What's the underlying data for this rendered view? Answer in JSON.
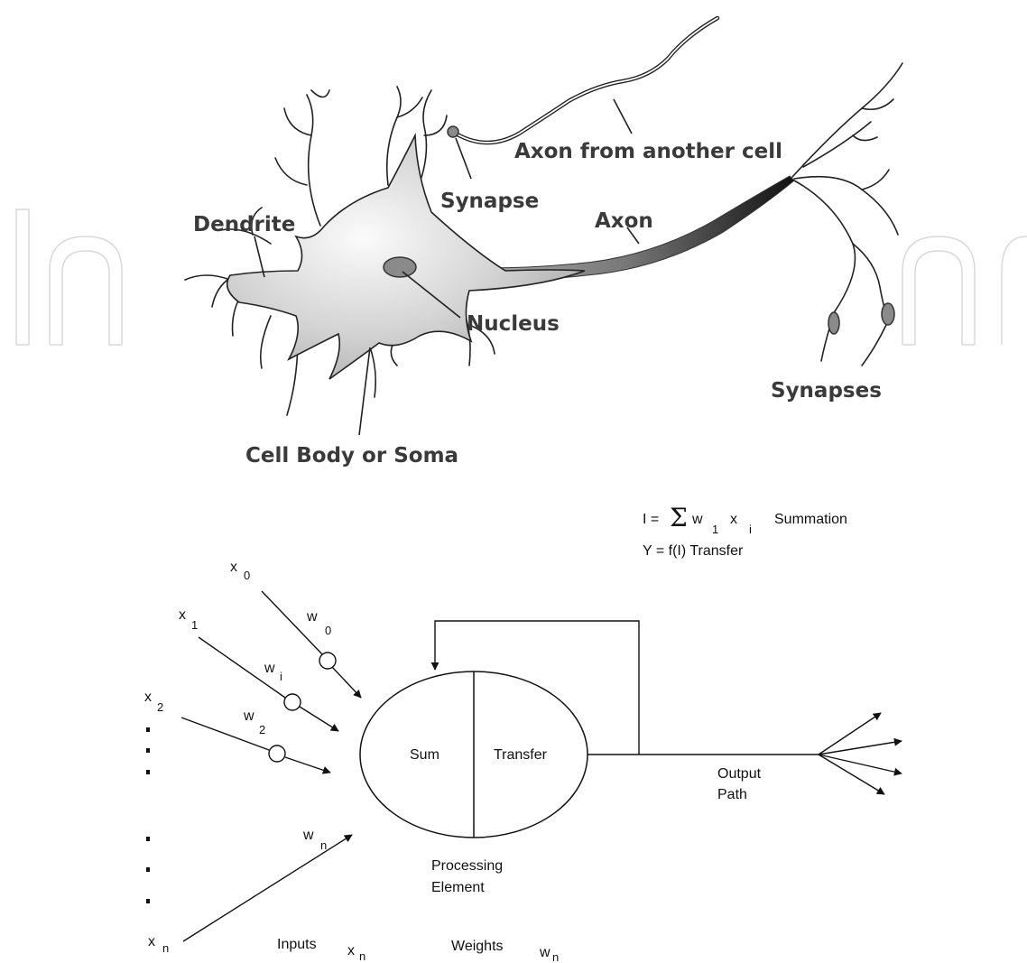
{
  "neuron": {
    "labels": {
      "axon_from_another_cell": "Axon from another cell",
      "synapse": "Synapse",
      "dendrite": "Dendrite",
      "axon": "Axon",
      "nucleus": "Nucleus",
      "synapses": "Synapses",
      "cell_body": "Cell Body or Soma"
    }
  },
  "model": {
    "formula": {
      "lhs": "I =",
      "sigma": "Σ",
      "w": "w",
      "w_sub": "1",
      "x": "x",
      "x_sub": "i",
      "name": "Summation",
      "transfer_eq": "Y = f(I) Transfer"
    },
    "inputs": [
      {
        "label": "x",
        "sub": "0"
      },
      {
        "label": "x",
        "sub": "1"
      },
      {
        "label": "x",
        "sub": "2"
      },
      {
        "label": "x",
        "sub": "n"
      }
    ],
    "weights": [
      {
        "label": "w",
        "sub": "0"
      },
      {
        "label": "w",
        "sub": "i"
      },
      {
        "label": "w",
        "sub": "2"
      },
      {
        "label": "w",
        "sub": "n"
      }
    ],
    "processing": {
      "sum": "Sum",
      "transfer": "Transfer",
      "element_line1": "Processing",
      "element_line2": "Element"
    },
    "output": {
      "line1": "Output",
      "line2": "Path"
    },
    "footer": {
      "inputs": "Inputs",
      "inputs_sym": "x",
      "inputs_sub": "n",
      "weights": "Weights",
      "weights_sym": "w",
      "weights_sub": "n"
    }
  }
}
